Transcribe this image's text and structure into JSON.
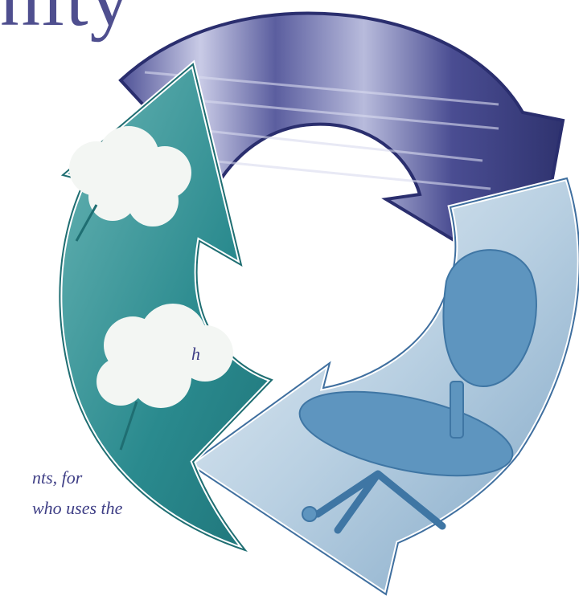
{
  "heading": {
    "visible_fragment": "nity"
  },
  "body_text": {
    "fragment_1": "h",
    "fragment_2": "nts, for",
    "fragment_3": "who uses the"
  },
  "graphic": {
    "segments": [
      {
        "subject": "striped-fabric",
        "color": "#3b3f86"
      },
      {
        "subject": "office-chair",
        "color": "#6f9bbf"
      },
      {
        "subject": "cotton-boll",
        "color": "#2f8f94"
      }
    ],
    "outline_color": "#2a2e6e"
  }
}
